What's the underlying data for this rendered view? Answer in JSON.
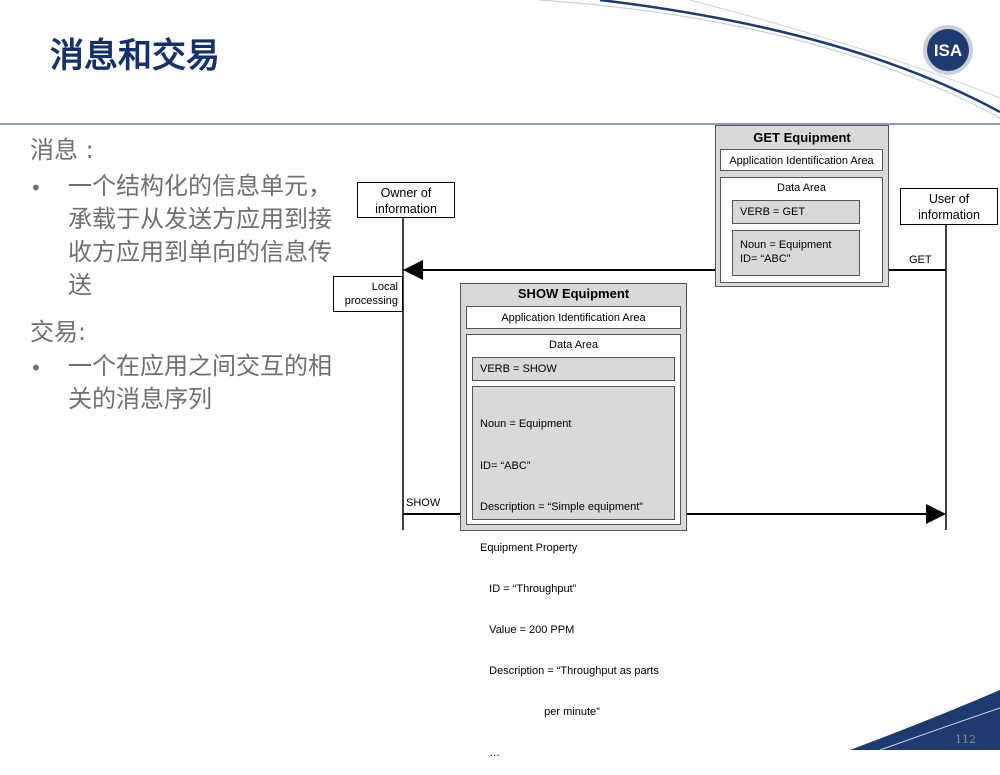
{
  "slide": {
    "title": "消息和交易",
    "logo_text": "ISA",
    "page_number": "112"
  },
  "content": {
    "message_heading": "消息 :",
    "message_bullet": "一个结构化的信息单元，承载于从发送方应用到接收方应用到单向的信息传送",
    "transaction_heading": "交易:",
    "transaction_bullet": "一个在应用之间交互的相关的消息序列",
    "bullet_symbol": "•"
  },
  "diagram": {
    "owner_label": "Owner of information",
    "user_label": "User of information",
    "local_processing_label": "Local processing",
    "get_arrow_label": "GET",
    "show_arrow_label": "SHOW",
    "get_message": {
      "title": "GET Equipment",
      "app_id_area": "Application Identification Area",
      "data_area": "Data Area",
      "verb": "VERB = GET",
      "noun_lines": [
        "Noun = Equipment",
        "ID= “ABC”"
      ]
    },
    "show_message": {
      "title": "SHOW Equipment",
      "app_id_area": "Application Identification Area",
      "data_area": "Data Area",
      "verb": "VERB = SHOW",
      "noun_lines": [
        "Noun = Equipment",
        "ID= “ABC”",
        "Description = “Simple equipment”",
        "Equipment Property",
        "   ID = “Throughput”",
        "   Value = 200 PPM",
        "   Description = “Throughput as parts",
        "                     per minute”",
        "   …"
      ]
    }
  },
  "colors": {
    "title": "#15306b",
    "body_text": "#707070",
    "accent_navy": "#1f3a6e",
    "message_fill": "#d9d9d9"
  }
}
